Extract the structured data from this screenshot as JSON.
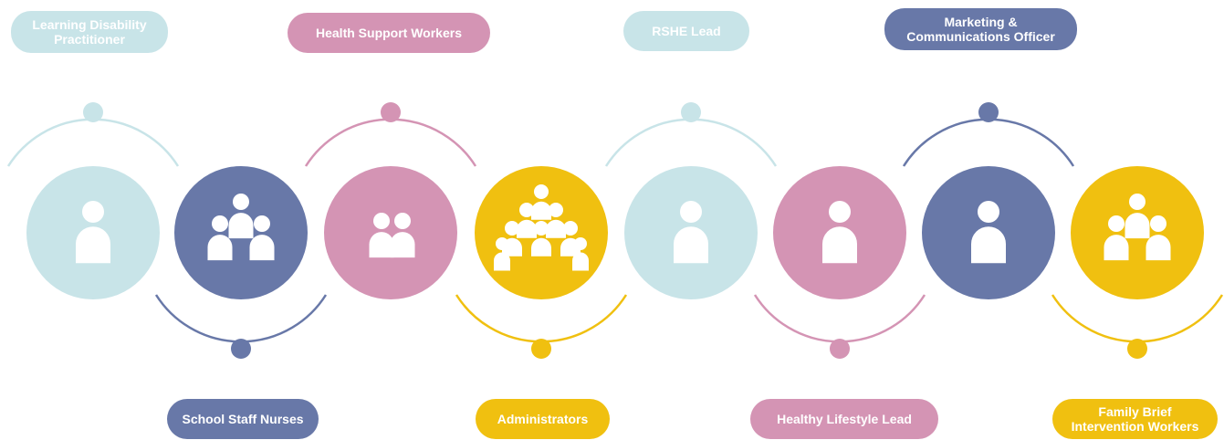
{
  "colors": {
    "light_blue": "#c8e4e8",
    "navy": "#6878a8",
    "pink": "#d494b4",
    "yellow": "#f0c010"
  },
  "roles": [
    {
      "label": "Learning Disability\nPractitioner",
      "color": "light_blue",
      "icon": "single-person-icon"
    },
    {
      "label": "School Staff Nurses",
      "color": "navy",
      "icon": "group-of-three-icon"
    },
    {
      "label": "Health Support Workers",
      "color": "pink",
      "icon": "pair-of-people-icon"
    },
    {
      "label": "Administrators",
      "color": "yellow",
      "icon": "crowd-of-people-icon"
    },
    {
      "label": "RSHE Lead",
      "color": "light_blue",
      "icon": "single-person-icon"
    },
    {
      "label": "Healthy Lifestyle Lead",
      "color": "pink",
      "icon": "single-person-icon"
    },
    {
      "label": "Marketing &\nCommunications Officer",
      "color": "navy",
      "icon": "single-person-icon"
    },
    {
      "label": "Family Brief\nIntervention Workers",
      "color": "yellow",
      "icon": "group-of-three-icon"
    }
  ]
}
